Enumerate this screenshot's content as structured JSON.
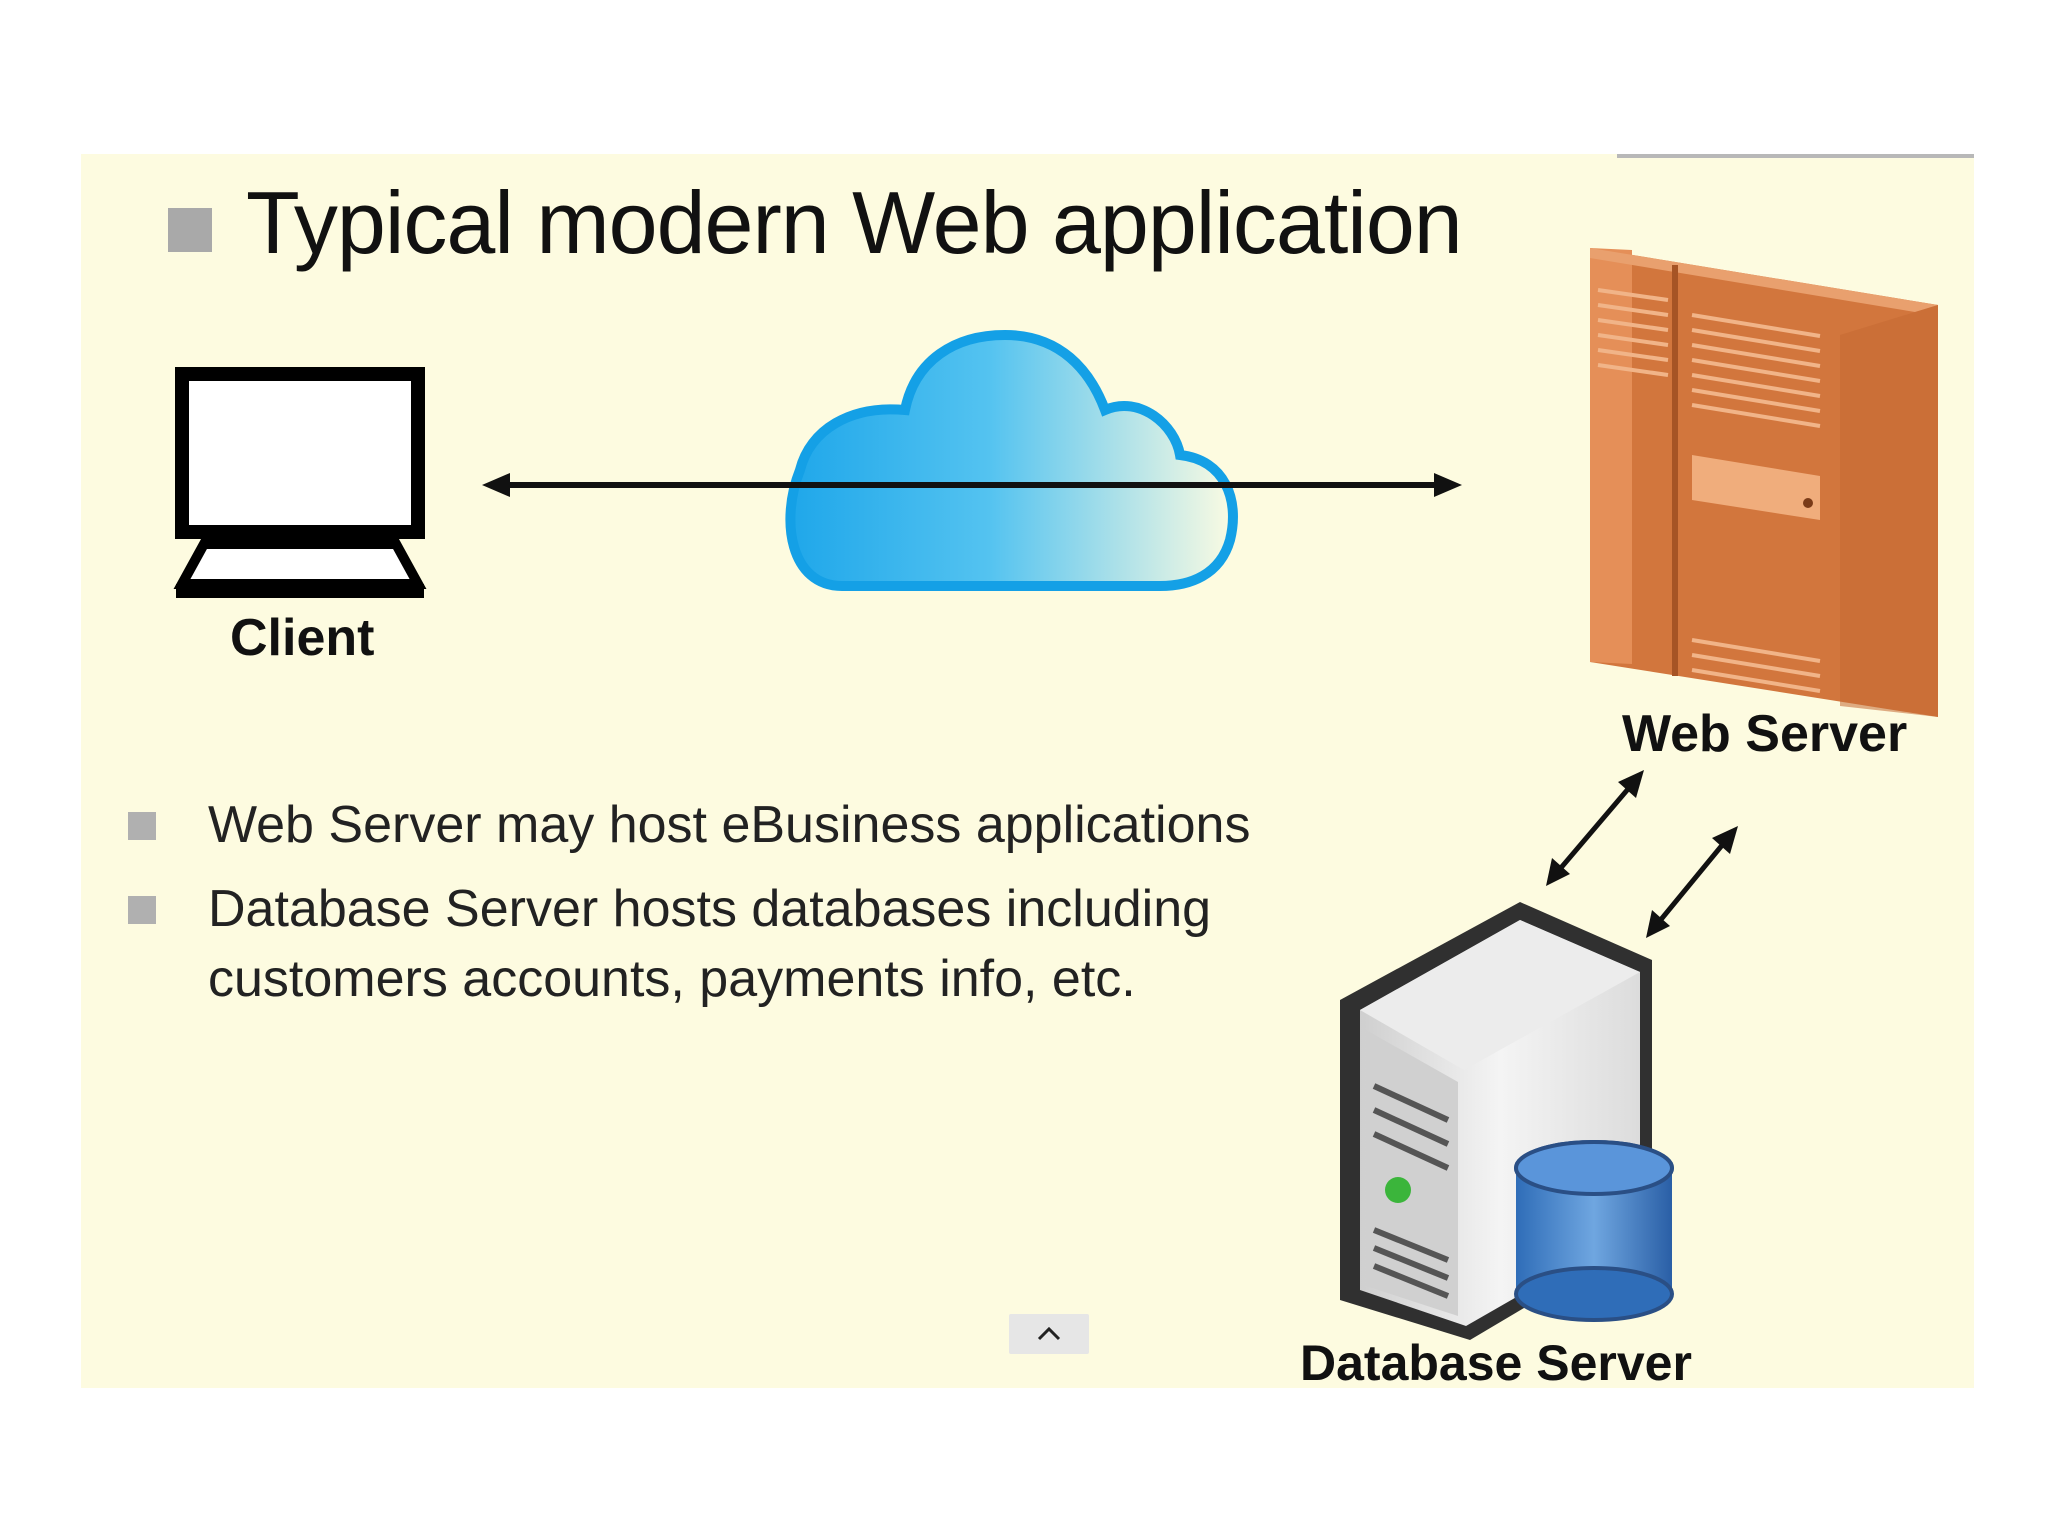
{
  "title": "Typical modern Web application",
  "nodes": {
    "client": "Client",
    "web_server": "Web Server",
    "database_server": "Database Server"
  },
  "bullets": [
    "Web Server may host eBusiness applications",
    "Database Server hosts databases including",
    "customers accounts, payments info, etc."
  ],
  "icons": {
    "client": "computer-monitor-icon",
    "network": "cloud-icon",
    "web_server": "server-cabinet-icon",
    "database_server": "database-server-icon",
    "scroll_up": "chevron-up-icon"
  },
  "colors": {
    "slide_background": "#fdfbe0",
    "cloud": "#1aa3e8",
    "web_server": "#d9804a",
    "database": "#3f7fc9"
  }
}
